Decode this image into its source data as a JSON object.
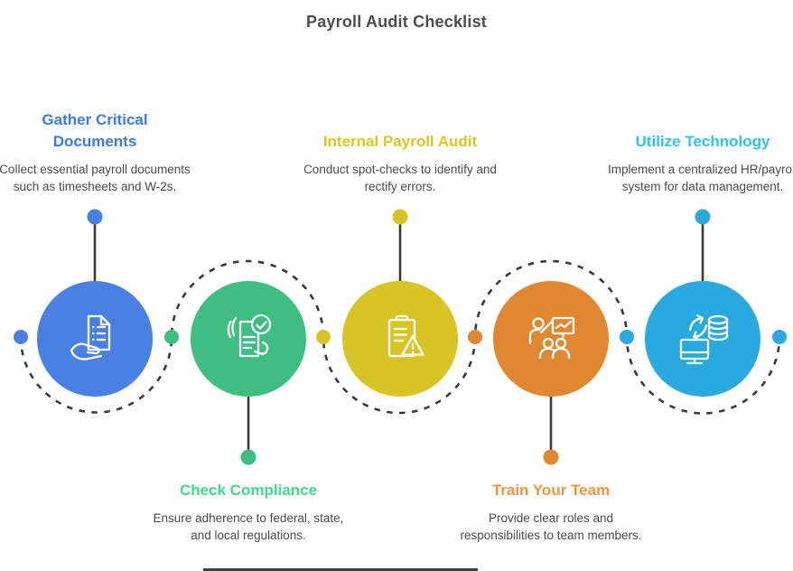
{
  "title": "Payroll Audit Checklist",
  "colors": {
    "connector": "#3a3a3a",
    "title_text": "#4d4d4d",
    "description_text": "#4a4a4a",
    "background": "#ffffff",
    "icon_stroke": "#ffffff"
  },
  "steps": [
    {
      "heading": "Gather Critical Documents",
      "description": "Collect essential payroll documents such as timesheets and W-2s.",
      "circle_color": "#4a80e3",
      "heading_color": "#3b78e8",
      "icon": "hand-holding-document-icon",
      "label_position": "top"
    },
    {
      "heading": "Check Compliance",
      "description": "Ensure adherence to federal, state, and local regulations.",
      "circle_color": "#3ebe82",
      "heading_color": "#3ed98d",
      "icon": "document-check-hands-icon",
      "label_position": "bottom"
    },
    {
      "heading": "Internal Payroll Audit",
      "description": "Conduct spot-checks to identify and rectify errors.",
      "circle_color": "#d9c426",
      "heading_color": "#e0c51c",
      "icon": "clipboard-warning-icon",
      "label_position": "top"
    },
    {
      "heading": "Train Your Team",
      "description": "Provide clear roles and responsibilities to team members.",
      "circle_color": "#e0872f",
      "heading_color": "#f0953d",
      "icon": "training-presentation-icon",
      "label_position": "bottom"
    },
    {
      "heading": "Utilize Technology",
      "description": "Implement a centralized HR/payroll system for data management.",
      "circle_color": "#29a9de",
      "heading_color": "#2bc3f4",
      "icon": "computer-database-sync-icon",
      "label_position": "top"
    }
  ]
}
